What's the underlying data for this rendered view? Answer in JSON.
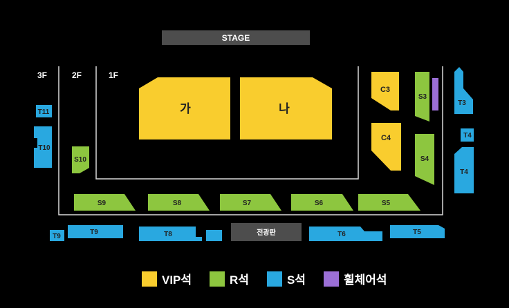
{
  "colors": {
    "vip": "#F9CD2E",
    "r": "#8DC63F",
    "s": "#29A8E0",
    "wheelchair": "#9B6FD6",
    "stage": "#4D4D4D",
    "scoreboard": "#4D4D4D",
    "wall": "#D9D9D9"
  },
  "stage_label": "STAGE",
  "scoreboard_label": "전광판",
  "floors": {
    "f3": "3F",
    "f2": "2F",
    "f1": "1F"
  },
  "floor1_blocks": [
    {
      "id": "ga",
      "label": "가",
      "tier": "vip"
    },
    {
      "id": "na",
      "label": "나",
      "tier": "vip"
    },
    {
      "id": "c3",
      "label": "C3",
      "tier": "vip"
    },
    {
      "id": "c4",
      "label": "C4",
      "tier": "vip"
    }
  ],
  "floor2_sections": [
    "S3",
    "S4",
    "S5",
    "S6",
    "S7",
    "S8",
    "S9",
    "S10"
  ],
  "floor3_sections": [
    "T3",
    "T4",
    "T4",
    "T5",
    "T6",
    "T8",
    "T9",
    "T9",
    "T10",
    "T11"
  ],
  "legend": [
    {
      "label": "VIP석",
      "tier": "vip"
    },
    {
      "label": "R석",
      "tier": "r"
    },
    {
      "label": "S석",
      "tier": "s"
    },
    {
      "label": "휠체어석",
      "tier": "wheelchair"
    }
  ]
}
